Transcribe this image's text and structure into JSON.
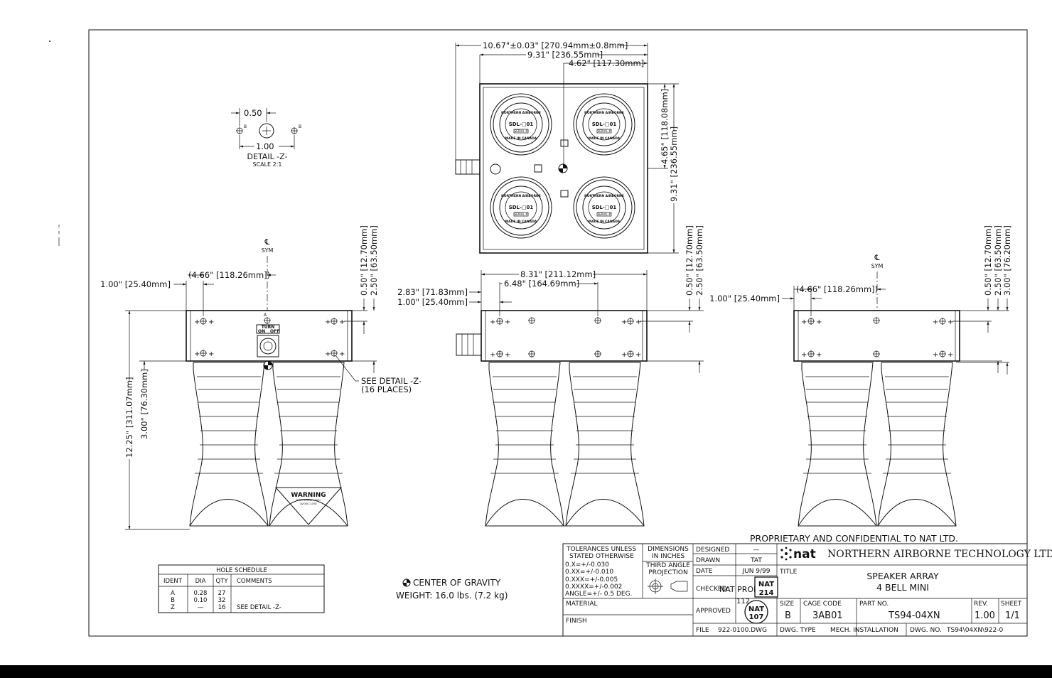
{
  "top_view": {
    "dim_overall": "10.67\"±0.03\" [270.94mm±0.8mm]",
    "dim_width": "9.31\" [236.55mm]",
    "dim_half": "4.62\" [117.30mm]",
    "dim_right_half": "4.65\" [118.08mm]",
    "dim_right_full": "9.31\" [236.55mm]",
    "module_label": "SDL-□01",
    "module_serial": "SERIAL #",
    "module_ring_top": "NORTHERN AIRBORNE",
    "module_ring_bottom": "MADE IN CANADA"
  },
  "detail_z": {
    "dim_top": "0.50",
    "dim_bottom": "1.00",
    "hole_tag": "B",
    "title": "DETAIL -Z-",
    "scale": "SCALE 2:1"
  },
  "front_view": {
    "sym_mark": "℄",
    "sym_label": "SYM",
    "dim_left": "1.00\" [25.40mm]",
    "dim_center": "(4.66\" [118.26mm])",
    "dim_right_small": "0.50\" [12.70mm]",
    "dim_right_large": "2.50\" [63.50mm]",
    "dim_height": "12.25\" [311.07mm]",
    "dim_flange": "3.00\" [76.30mm]",
    "switch_label": "TURN",
    "switch_on": "ON",
    "switch_off": "OFF",
    "hole_tag": "A",
    "callout_detail": "SEE DETAIL -Z-",
    "callout_places": "(16 PLACES)",
    "warning_title": "WARNING",
    "warning_line1": "HIGH SOUND LEVEL",
    "warning_line2": "AVOID CLOSE"
  },
  "side_view": {
    "dim_overall": "8.31\" [211.12mm]",
    "dim_inner": "6.48\" [164.69mm]",
    "dim_left_outer": "2.83\" [71.83mm]",
    "dim_left_inner": "1.00\" [25.40mm]",
    "dim_right_small": "0.50\" [12.70mm]",
    "dim_right_large": "2.50\" [63.50mm]"
  },
  "rear_view": {
    "sym_label": "SYM",
    "dim_left": "1.00\" [25.40mm]",
    "dim_center": "(4.66\" [118.26mm])",
    "dim_r1": "0.50\" [12.70mm]",
    "dim_r2": "2.50\" [63.50mm]",
    "dim_r3": "3.00\" [76.20mm]"
  },
  "hole_schedule": {
    "title": "HOLE SCHEDULE",
    "headers": [
      "IDENT",
      "DIA",
      "QTY",
      "COMMENTS"
    ],
    "rows": [
      [
        "A",
        "0.28",
        "27",
        ""
      ],
      [
        "B",
        "0.10",
        "32",
        ""
      ],
      [
        "Z",
        "—",
        "16",
        "SEE DETAIL -Z-"
      ]
    ]
  },
  "cog": {
    "label": "CENTER OF GRAVITY",
    "weight": "WEIGHT: 16.0 lbs. (7.2 kg)"
  },
  "title_block": {
    "proprietary": "PROPRIETARY AND CONFIDENTIAL TO NAT LTD.",
    "tolerances": [
      "TOLERANCES UNLESS",
      "STATED OTHERWISE",
      "0.X=+/-0.030",
      "0.XX=+/-0.010",
      "0.XXX=+/-0.005",
      "0.XXXX=+/-0.002",
      "ANGLE=+/- 0.5 DEG."
    ],
    "dimensions": [
      "DIMENSIONS",
      "IN INCHES"
    ],
    "projection": [
      "THIRD ANGLE",
      "PROJECTION"
    ],
    "material": "MATERIAL",
    "finish": "FINISH",
    "designed_label": "DESIGNED",
    "designed_value": "—",
    "drawn_label": "DRAWN",
    "drawn_value": "TAT",
    "date_label": "DATE",
    "date_value": "JUN 9/99",
    "checked_label": "CHECKED",
    "checked_stamp": "NAT PROD",
    "stamp_a_top": "NAT",
    "stamp_a_bottom": "214",
    "stamp_b_note": "112",
    "approved_label": "APPROVED",
    "stamp_c_top": "NAT",
    "stamp_c_bottom": "107",
    "file_label": "FILE",
    "file_value": "922-0100.DWG",
    "company_logo": "nat",
    "company": "NORTHERN AIRBORNE TECHNOLOGY LTD.",
    "title_label": "TITLE",
    "title_line1": "SPEAKER ARRAY",
    "title_line2": "4 BELL MINI",
    "size_label": "SIZE",
    "size_value": "B",
    "cage_label": "CAGE CODE",
    "cage_value": "3AB01",
    "part_label": "PART NO.",
    "part_value": "TS94-04XN",
    "rev_label": "REV.",
    "rev_value": "1.00",
    "sheet_label": "SHEET",
    "sheet_value": "1/1",
    "dwg_type_label": "DWG. TYPE",
    "dwg_type_value": "MECH. INSTALLATION",
    "dwg_no_label": "DWG. NO.",
    "dwg_no_value": "TS94\\04XN\\922-0"
  }
}
